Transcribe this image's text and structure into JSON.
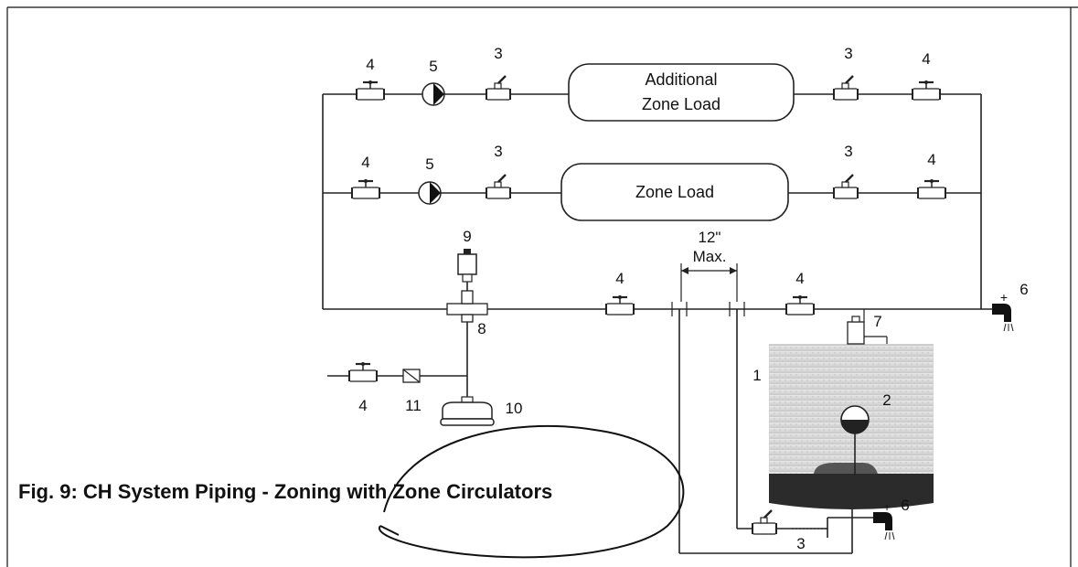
{
  "figure": {
    "caption": "Fig. 9: CH System Piping - Zoning with Zone Circulators"
  },
  "zones": {
    "additional_line1": "Additional",
    "additional_line2": "Zone Load",
    "zone": "Zone Load"
  },
  "dimension": {
    "line1": "12\"",
    "line2": "Max."
  },
  "callouts": {
    "top_valve_left": "4",
    "top_pump": "5",
    "top_check_left": "3",
    "top_check_right": "3",
    "top_valve_right": "4",
    "mid_valve_left": "4",
    "mid_pump": "5",
    "mid_check_left": "3",
    "mid_check_right": "3",
    "mid_valve_right": "4",
    "vent": "9",
    "tee": "8",
    "main_valve_left": "4",
    "main_valve_right": "4",
    "drain_top": "6",
    "relief_valve": "7",
    "heater": "1",
    "gauge": "2",
    "fill_valve": "4",
    "backflow": "11",
    "expansion_tank": "10",
    "bottom_check": "3",
    "drain_bottom": "6"
  },
  "icons": [
    "ball-valve-icon",
    "circulator-pump-icon",
    "flow-check-valve-icon",
    "air-vent-icon",
    "expansion-tank-icon",
    "backflow-preventer-icon",
    "drain-icon",
    "relief-valve-icon",
    "gauge-icon",
    "water-heater-icon"
  ]
}
